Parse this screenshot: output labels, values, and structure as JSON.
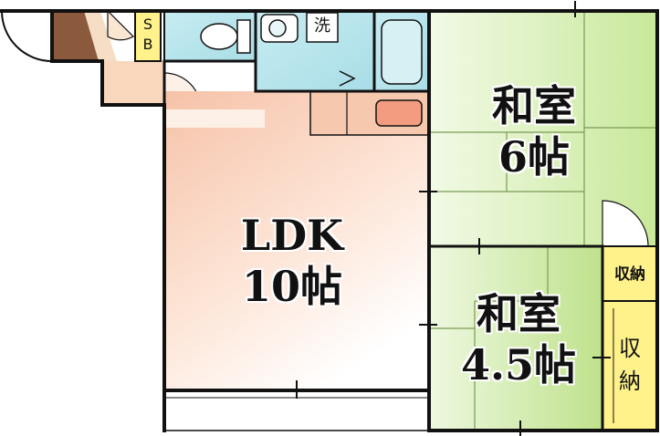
{
  "rooms": {
    "ldk_name": "LDK",
    "ldk_size": "10帖",
    "washitsu6_name": "和室",
    "washitsu6_size": "6帖",
    "washitsu45_name": "和室",
    "washitsu45_size": "4.5帖",
    "storage_small": "収納",
    "storage_tall_line1": "収",
    "storage_tall_line2": "納",
    "shoe_box_s": "S",
    "shoe_box_b": "B",
    "laundry": "洗"
  },
  "colors": {
    "wall": "#111111",
    "ldk_floor": "#f7cbb4",
    "tatami": "#cdeba0",
    "wet_area": "#bfe6ec",
    "storage": "#fff28a",
    "entrance": "#8b5a3c",
    "kitchen_counter": "#f3b39a"
  }
}
